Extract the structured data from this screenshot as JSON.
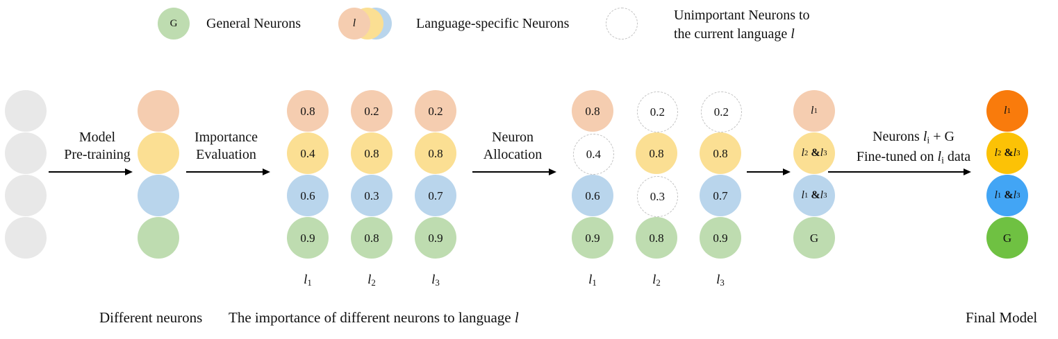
{
  "legend": {
    "items": [
      {
        "name": "general-neurons",
        "glyph": "G",
        "label": "General Neurons",
        "type": "single",
        "color": "#bedcb0"
      },
      {
        "name": "language-specific-neurons",
        "glyph": "l",
        "label": "Language-specific Neurons",
        "type": "stack",
        "colors": [
          "#b9d5ec",
          "#fbdf93",
          "#f5cdb0"
        ]
      },
      {
        "name": "unimportant-neurons",
        "glyph": "",
        "label_line1": "Unimportant Neurons to",
        "label_line2": "the current language l",
        "type": "dashed",
        "color": "#ffffff"
      }
    ]
  },
  "steps": [
    {
      "id": "model-pre-training",
      "line1": "Model",
      "line2": "Pre-training"
    },
    {
      "id": "importance-evaluation",
      "line1": "Importance",
      "line2": "Evaluation"
    },
    {
      "id": "neuron-allocation",
      "line1": "Neuron",
      "line2": "Allocation"
    },
    {
      "id": "fine-tuning",
      "line1": "Neurons lᵢ + G",
      "line2": "Fine-tuned on lᵢ data"
    }
  ],
  "stages": {
    "pretrained_untyped": {
      "name": "untyped-neurons",
      "values": [
        "",
        "",
        "",
        ""
      ],
      "colors": [
        "#e8e8e8",
        "#e8e8e8",
        "#e8e8e8",
        "#e8e8e8"
      ]
    },
    "pretrained_typed": {
      "name": "typed-neurons",
      "values": [
        "",
        "",
        "",
        ""
      ],
      "colors": [
        "#f5cdb0",
        "#fbdf93",
        "#b9d5ec",
        "#bedcb0"
      ]
    },
    "importance": {
      "name": "importance-scores",
      "columns": [
        {
          "label": "l1",
          "label_base": "l",
          "label_sub": "1",
          "values": [
            "0.8",
            "0.4",
            "0.6",
            "0.9"
          ]
        },
        {
          "label": "l2",
          "label_base": "l",
          "label_sub": "2",
          "values": [
            "0.2",
            "0.8",
            "0.3",
            "0.8"
          ]
        },
        {
          "label": "l3",
          "label_base": "l",
          "label_sub": "3",
          "values": [
            "0.2",
            "0.8",
            "0.7",
            "0.9"
          ]
        }
      ]
    },
    "allocation": {
      "name": "neuron-allocation",
      "columns": [
        {
          "label_base": "l",
          "label_sub": "1",
          "values": [
            "0.8",
            "0.4",
            "0.6",
            "0.9"
          ],
          "active": [
            true,
            false,
            true,
            true
          ]
        },
        {
          "label_base": "l",
          "label_sub": "2",
          "values": [
            "0.2",
            "0.8",
            "0.3",
            "0.8"
          ],
          "active": [
            false,
            true,
            false,
            true
          ]
        },
        {
          "label_base": "l",
          "label_sub": "3",
          "values": [
            "0.2",
            "0.8",
            "0.7",
            "0.9"
          ],
          "active": [
            false,
            true,
            true,
            true
          ]
        }
      ]
    },
    "assigned": {
      "name": "assigned-neurons",
      "rows": [
        {
          "parts": [
            {
              "t": "l",
              "i": true
            },
            {
              "t": "1",
              "sub": true
            }
          ]
        },
        {
          "parts": [
            {
              "t": "l",
              "i": true
            },
            {
              "t": "2",
              "sub": true
            },
            {
              "t": " &",
              "amp": true
            },
            {
              "t": "l",
              "i": true
            },
            {
              "t": "3",
              "sub": true
            }
          ]
        },
        {
          "parts": [
            {
              "t": "l",
              "i": true
            },
            {
              "t": "1",
              "sub": true
            },
            {
              "t": " &",
              "amp": true
            },
            {
              "t": "l",
              "i": true
            },
            {
              "t": "3",
              "sub": true
            }
          ]
        },
        {
          "parts": [
            {
              "t": "G"
            }
          ]
        }
      ],
      "colors": [
        "#f5cdb0",
        "#fbdf93",
        "#b9d5ec",
        "#bedcb0"
      ]
    },
    "final": {
      "name": "final-model-neurons",
      "rows": [
        {
          "parts": [
            {
              "t": "l",
              "i": true
            },
            {
              "t": "1",
              "sub": true
            }
          ]
        },
        {
          "parts": [
            {
              "t": "l",
              "i": true
            },
            {
              "t": "2",
              "sub": true
            },
            {
              "t": " &",
              "amp": true
            },
            {
              "t": "l",
              "i": true
            },
            {
              "t": "3",
              "sub": true
            }
          ]
        },
        {
          "parts": [
            {
              "t": "l",
              "i": true
            },
            {
              "t": "1",
              "sub": true
            },
            {
              "t": " &",
              "amp": true
            },
            {
              "t": "l",
              "i": true
            },
            {
              "t": "3",
              "sub": true
            }
          ]
        },
        {
          "parts": [
            {
              "t": "G"
            }
          ]
        }
      ],
      "colors": [
        "#f97b0c",
        "#fcc206",
        "#42a5f5",
        "#6fc142"
      ]
    }
  },
  "captions": {
    "different_neurons": "Different neurons",
    "importance_caption": "The importance of different neurons to language l",
    "final_model": "Final Model"
  },
  "colors": {
    "peach": "#f5cdb0",
    "yellow": "#fbdf93",
    "blue": "#b9d5ec",
    "green": "#bedcb0",
    "orange_strong": "#f97b0c",
    "yellow_strong": "#fcc206",
    "blue_strong": "#42a5f5",
    "green_strong": "#6fc142",
    "gray": "#e8e8e8",
    "dashed_border": "#c2c2c2"
  }
}
